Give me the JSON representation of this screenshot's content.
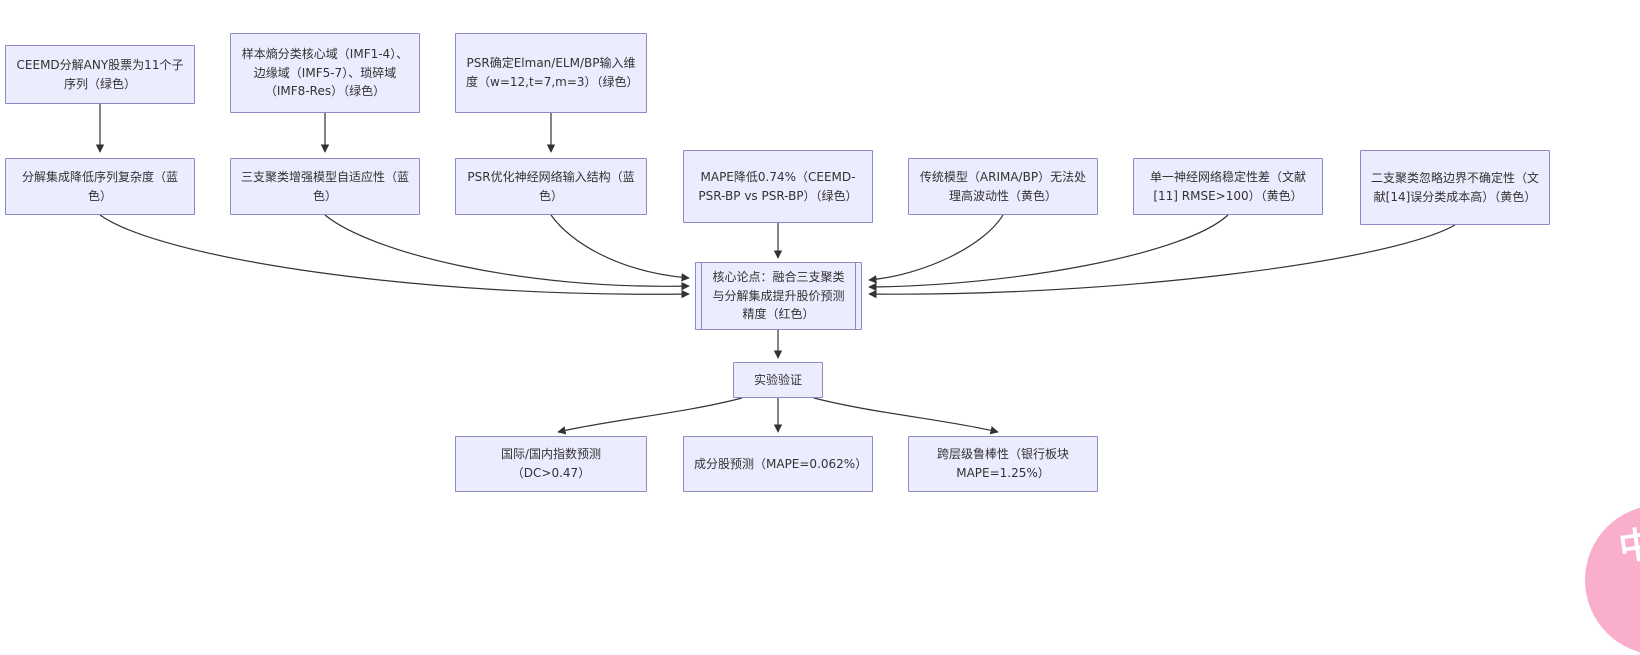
{
  "diagram": {
    "type": "flowchart",
    "colors": {
      "node_fill": "#ECECFF",
      "node_border": "#8E8AC6",
      "edge": "#333333",
      "text": "#333333",
      "watermark_pink": "#F9AECB"
    },
    "nodes": [
      {
        "id": "ceemd-decompose",
        "label": "CEEMD分解ANY股票为11个子序列（绿色）"
      },
      {
        "id": "sample-entropy",
        "label": "样本熵分类核心域（IMF1-4）、边缘域（IMF5-7）、琐碎域（IMF8-Res）（绿色）"
      },
      {
        "id": "psr-input-dim",
        "label": "PSR确定Elman/ELM/BP输入维度（w=12,t=7,m=3）（绿色）"
      },
      {
        "id": "decomp-complexity",
        "label": "分解集成降低序列复杂度（蓝色）"
      },
      {
        "id": "threeway-adaptive",
        "label": "三支聚类增强模型自适应性（蓝色）"
      },
      {
        "id": "psr-optimize",
        "label": "PSR优化神经网络输入结构（蓝色）"
      },
      {
        "id": "mape-reduction",
        "label": "MAPE降低0.74%（CEEMD-PSR-BP vs PSR-BP）（绿色）"
      },
      {
        "id": "traditional-limit",
        "label": "传统模型（ARIMA/BP）无法处理高波动性（黄色）"
      },
      {
        "id": "single-nn-instability",
        "label": "单一神经网络稳定性差（文献[11] RMSE>100）（黄色）"
      },
      {
        "id": "twoway-limit",
        "label": "二支聚类忽略边界不确定性（文献[14]误分类成本高）（黄色）"
      },
      {
        "id": "core-thesis",
        "label": "核心论点：融合三支聚类与分解集成提升股价预测精度（红色）"
      },
      {
        "id": "experiment-validation",
        "label": "实验验证"
      },
      {
        "id": "index-prediction",
        "label": "国际/国内指数预测（DC>0.47）"
      },
      {
        "id": "constituent-prediction",
        "label": "成分股预测（MAPE=0.062%）"
      },
      {
        "id": "cross-level-robustness",
        "label": "跨层级鲁棒性（银行板块 MAPE=1.25%）"
      }
    ],
    "edges": [
      "ceemd-decompose→decomp-complexity",
      "sample-entropy→threeway-adaptive",
      "psr-input-dim→psr-optimize",
      "decomp-complexity→core-thesis",
      "threeway-adaptive→core-thesis",
      "psr-optimize→core-thesis",
      "mape-reduction→core-thesis",
      "traditional-limit→core-thesis",
      "single-nn-instability→core-thesis",
      "twoway-limit→core-thesis",
      "core-thesis→experiment-validation",
      "experiment-validation→index-prediction",
      "experiment-validation→constituent-prediction",
      "experiment-validation→cross-level-robustness"
    ]
  },
  "watermark": {
    "text": "中A"
  }
}
